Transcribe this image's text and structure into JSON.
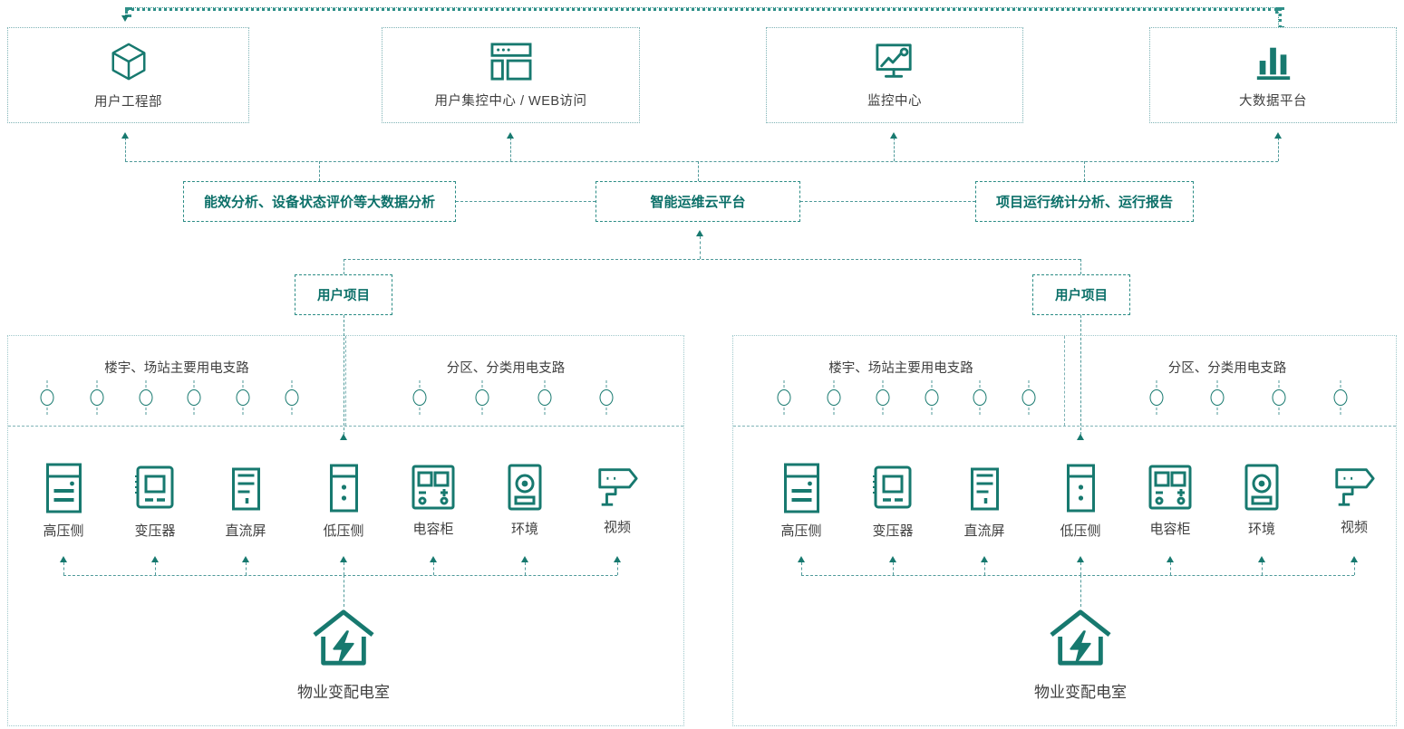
{
  "theme": {
    "accent": "#17796f",
    "accent_dark": "#0c7069",
    "line": "#4f9a9a",
    "border_dotted": "#9fc8cb",
    "text": "#3f3f3f"
  },
  "top_tier": {
    "cards": [
      {
        "id": "user-engineering",
        "label": "用户工程部",
        "icon": "cube-icon"
      },
      {
        "id": "control-center-web",
        "label": "用户集控中心 / WEB访问",
        "icon": "browser-window-icon"
      },
      {
        "id": "monitoring-center",
        "label": "监控中心",
        "icon": "monitor-chart-icon"
      },
      {
        "id": "big-data-platform",
        "label": "大数据平台",
        "icon": "bar-chart-icon"
      }
    ]
  },
  "platform_tier": {
    "left_box": "能效分析、设备状态评价等大数据分析",
    "center_box": "智能运维云平台",
    "right_box": "项目运行统计分析、运行报告"
  },
  "project_tier": {
    "left_label": "用户项目",
    "right_label": "用户项目"
  },
  "sites": [
    {
      "id": "site-left",
      "branch_groups": [
        {
          "title": "楼宇、场站主要用电支路",
          "node_count": 6
        },
        {
          "title": "分区、分类用电支路",
          "node_count": 4
        }
      ],
      "devices": [
        {
          "label": "高压侧",
          "icon": "hv-cabinet-icon"
        },
        {
          "label": "变压器",
          "icon": "transformer-icon"
        },
        {
          "label": "直流屏",
          "icon": "dc-panel-icon"
        },
        {
          "label": "低压侧",
          "icon": "lv-cabinet-icon"
        },
        {
          "label": "电容柜",
          "icon": "capacitor-meter-icon"
        },
        {
          "label": "环境",
          "icon": "environment-sensor-icon"
        },
        {
          "label": "视频",
          "icon": "cctv-camera-icon"
        }
      ],
      "source": {
        "label": "物业变配电室",
        "icon": "house-power-icon"
      }
    },
    {
      "id": "site-right",
      "branch_groups": [
        {
          "title": "楼宇、场站主要用电支路",
          "node_count": 6
        },
        {
          "title": "分区、分类用电支路",
          "node_count": 4
        }
      ],
      "devices": [
        {
          "label": "高压侧",
          "icon": "hv-cabinet-icon"
        },
        {
          "label": "变压器",
          "icon": "transformer-icon"
        },
        {
          "label": "直流屏",
          "icon": "dc-panel-icon"
        },
        {
          "label": "低压侧",
          "icon": "lv-cabinet-icon"
        },
        {
          "label": "电容柜",
          "icon": "capacitor-meter-icon"
        },
        {
          "label": "环境",
          "icon": "environment-sensor-icon"
        },
        {
          "label": "视频",
          "icon": "cctv-camera-icon"
        }
      ],
      "source": {
        "label": "物业变配电室",
        "icon": "house-power-icon"
      }
    }
  ]
}
